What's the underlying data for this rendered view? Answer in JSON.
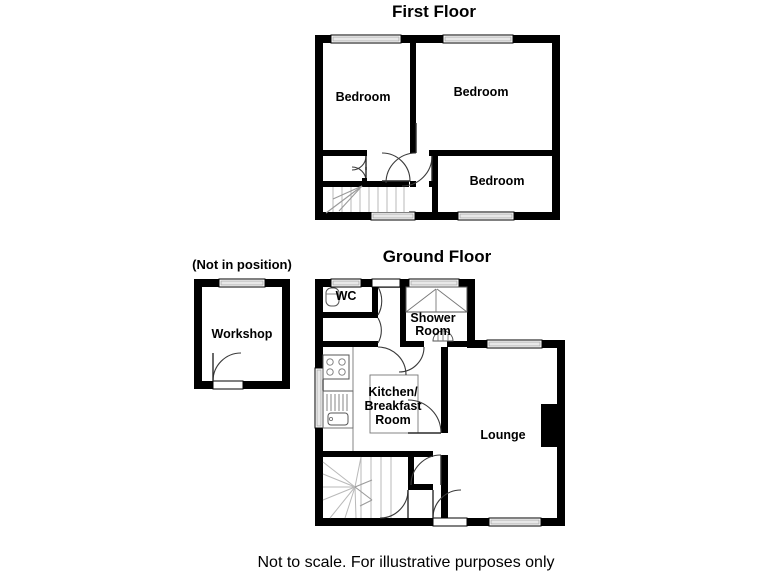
{
  "page": {
    "caption": "Not to scale. For illustrative purposes only"
  },
  "floors": [
    {
      "id": "first-floor",
      "title": "First Floor",
      "rooms": [
        {
          "name": "Bedroom",
          "label": "Bedroom"
        },
        {
          "name": "Bedroom",
          "label": "Bedroom"
        },
        {
          "name": "Bedroom",
          "label": "Bedroom"
        }
      ]
    },
    {
      "id": "ground-floor",
      "title": "Ground Floor",
      "rooms": [
        {
          "name": "WC",
          "label": "WC"
        },
        {
          "name": "Shower Room",
          "label_line1": "Shower",
          "label_line2": "Room"
        },
        {
          "name": "Kitchen/Breakfast Room",
          "label_line1": "Kitchen/",
          "label_line2": "Breakfast",
          "label_line3": "Room"
        },
        {
          "name": "Lounge",
          "label": "Lounge"
        }
      ]
    }
  ],
  "outbuilding": {
    "id": "workshop",
    "note": "(Not in position)",
    "label": "Workshop"
  },
  "colors": {
    "wall": "#000000",
    "background": "#ffffff",
    "window_glass": "#e8e8e8",
    "text": "#000000",
    "fixture_stroke": "#555555",
    "stair_stroke": "#b9b9b9"
  }
}
